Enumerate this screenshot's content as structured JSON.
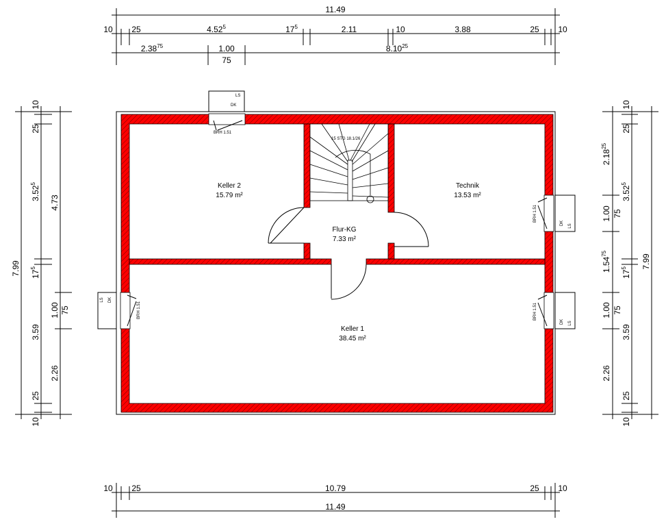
{
  "plan": {
    "wall_color": "#ff0000",
    "rooms": [
      {
        "name": "Keller 2",
        "area": "15.79 m²"
      },
      {
        "name": "Technik",
        "area": "13.53 m²"
      },
      {
        "name": "Flur-KG",
        "area": "7.33 m²"
      },
      {
        "name": "Keller 1",
        "area": "38.45 m²"
      }
    ],
    "stair_label": "15 STG 18.1/26",
    "window_labels": {
      "ls": "LS",
      "dk": "DK",
      "brh": "BRH 1.51"
    }
  },
  "dims_top": {
    "total": "11.49",
    "row2": [
      {
        "v": "10"
      },
      {
        "v": "25"
      },
      {
        "v": "4.52",
        "s": "5"
      },
      {
        "v": "17",
        "s": "5"
      },
      {
        "v": "2.11"
      },
      {
        "v": "10"
      },
      {
        "v": "3.88"
      },
      {
        "v": "25"
      },
      {
        "v": "10"
      }
    ],
    "row3": [
      {
        "v": "2.38",
        "s": "75"
      },
      {
        "v": "1.00",
        "below": "75"
      },
      {
        "v": "8.10",
        "s": "25"
      }
    ]
  },
  "dims_bottom": {
    "row1": [
      {
        "v": "10"
      },
      {
        "v": "25"
      },
      {
        "v": "10.79"
      },
      {
        "v": "25"
      },
      {
        "v": "10"
      }
    ],
    "total": "11.49"
  },
  "dims_left": {
    "total": "7.99",
    "inner": [
      {
        "v": "10"
      },
      {
        "v": "25"
      },
      {
        "v": "3.52",
        "s": "5"
      },
      {
        "v": "17",
        "s": "5"
      },
      {
        "v": "3.59"
      },
      {
        "v": "25"
      },
      {
        "v": "10"
      }
    ],
    "openings": [
      {
        "v": "4.73"
      },
      {
        "v": "1.00",
        "below": "75"
      },
      {
        "v": "2.26"
      }
    ]
  },
  "dims_right": {
    "total": "7.99",
    "inner": [
      {
        "v": "10"
      },
      {
        "v": "25"
      },
      {
        "v": "3.52",
        "s": "5"
      },
      {
        "v": "17",
        "s": "5"
      },
      {
        "v": "3.59"
      },
      {
        "v": "25"
      },
      {
        "v": "10"
      }
    ],
    "openings": [
      {
        "v": "2.18",
        "s": "25"
      },
      {
        "v": "1.00",
        "below": "75"
      },
      {
        "v": "1.54",
        "s": "75"
      },
      {
        "v": "1.00",
        "below": "75"
      },
      {
        "v": "2.26"
      }
    ]
  }
}
